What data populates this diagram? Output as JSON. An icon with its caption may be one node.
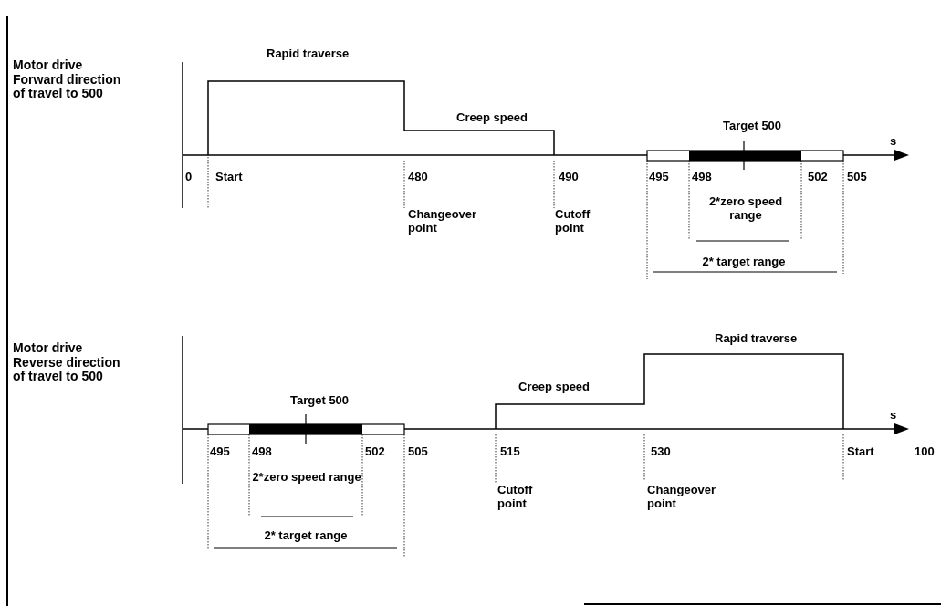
{
  "diagram": {
    "labels": [
      "Motor drive Forward direction of travel to 500",
      "Rapid traverse",
      "Creep speed",
      "Target 500",
      "s",
      "0",
      "Start",
      "480",
      "490",
      "495",
      "498",
      "502",
      "505",
      "Changeover point",
      "Cutoff point",
      "2*zero speed range",
      "2* target range",
      "Motor drive Reverse direction of travel to 500",
      "Rapid traverse",
      "Creep speed",
      "Target 500",
      "s",
      "495",
      "498",
      "502",
      "505",
      "515",
      "530",
      "Start",
      "100",
      "2*zero speed range",
      "Cutoff point",
      "Changeover point",
      "2* target range"
    ]
  }
}
